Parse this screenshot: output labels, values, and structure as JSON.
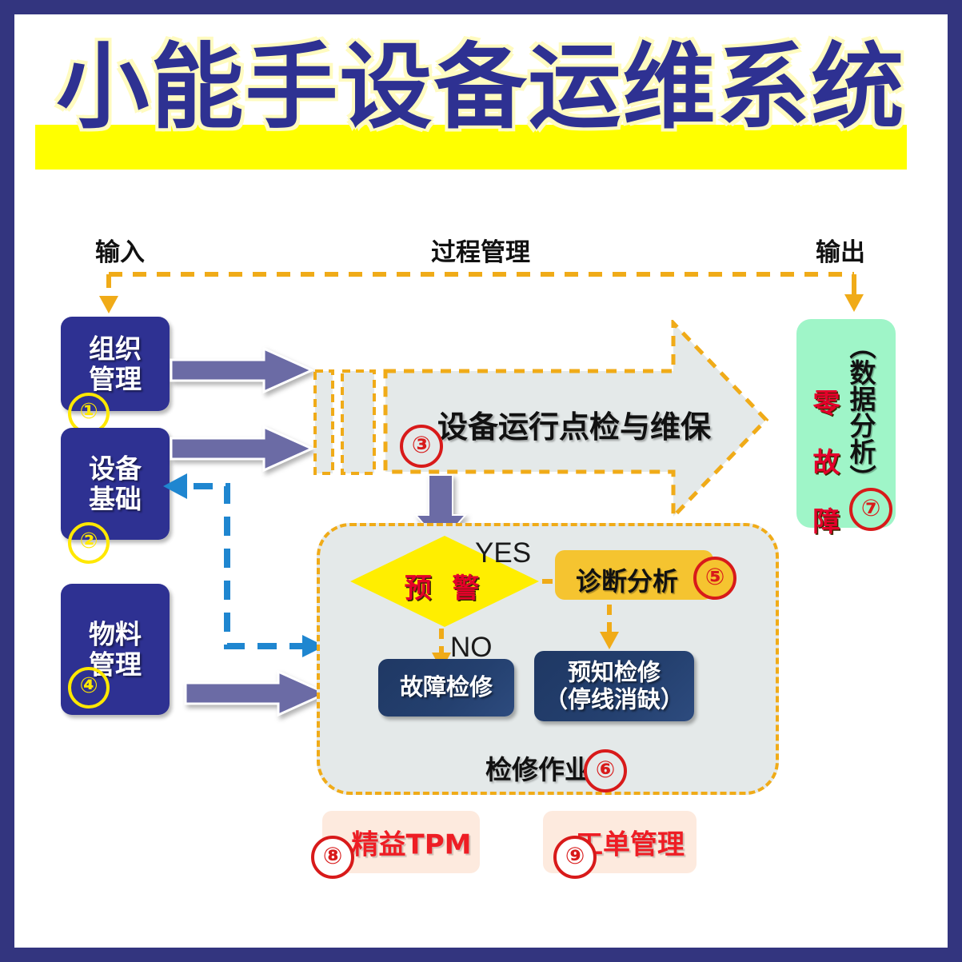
{
  "title": "小能手设备运维系统",
  "labels": {
    "input": "输入",
    "process": "过程管理",
    "output": "输出",
    "yes": "YES",
    "no": "NO"
  },
  "input_boxes": [
    {
      "label": "组织\n管理",
      "number": "①"
    },
    {
      "label": "设备\n基础",
      "number": "②"
    },
    {
      "label": "物料\n管理",
      "number": "④"
    }
  ],
  "process_arrow": {
    "label": "设备运行点检与维保",
    "number": "③"
  },
  "output_box": {
    "red_text": "零\n故\n障",
    "black_text": "（数据分析）",
    "number": "⑦"
  },
  "repair_zone": {
    "decision": "预 警",
    "footer_label": "检修作业",
    "footer_number": "⑥",
    "diagnosis": {
      "label": "诊断分析",
      "number": "⑤"
    },
    "boxes": [
      {
        "label": "故障检修"
      },
      {
        "label": "预知检修\n（停线消缺）"
      }
    ]
  },
  "bottom_boxes": [
    {
      "label": "精益TPM",
      "number": "⑧"
    },
    {
      "label": "工单管理",
      "number": "⑨"
    }
  ],
  "colors": {
    "frame": "#33357f",
    "title_blue": "#2e3192",
    "title_highlight": "#ffff00",
    "input_box": "#2e3192",
    "purple_arrow": "#6b6ba5",
    "dashed_orange": "#f0ab18",
    "zone_grey": "#e4e9e9",
    "diamond_yellow": "#ffee00",
    "diamond_text_red": "#e4002b",
    "amber_box": "#f5c430",
    "navy_box": "#1f3864",
    "mint_green": "#9ff5c8",
    "peach_box": "#fdeade",
    "red_text": "#ee1d24",
    "red_circle": "#d81a1a",
    "yellow_circle": "#ffe800",
    "feedback_blue": "#1f86d0"
  }
}
